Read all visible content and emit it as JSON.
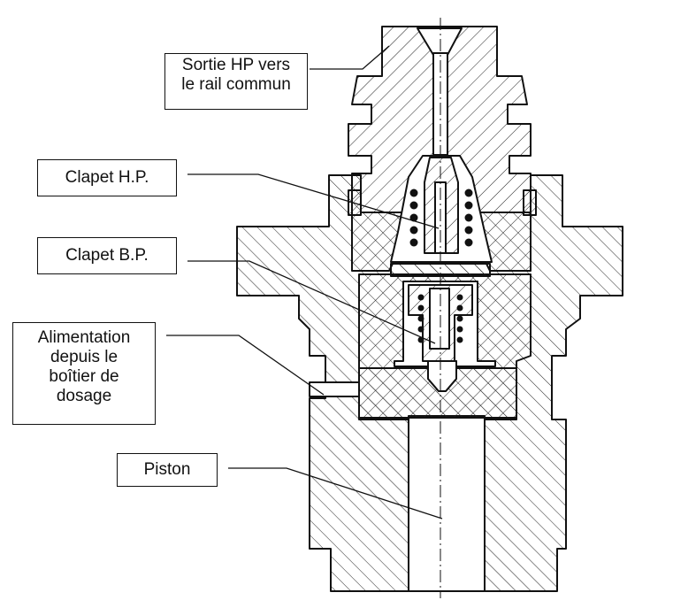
{
  "labels": {
    "sortie_hp": [
      "Sortie HP vers",
      "le rail commun"
    ],
    "clapet_hp": "Clapet H.P.",
    "clapet_bp": "Clapet B.P.",
    "alimentation": [
      "Alimentation",
      "depuis le",
      "boîtier de",
      "dosage"
    ],
    "piston": "Piston"
  },
  "colors": {
    "line": "#111111",
    "hatch": "#222222",
    "background": "#ffffff"
  }
}
